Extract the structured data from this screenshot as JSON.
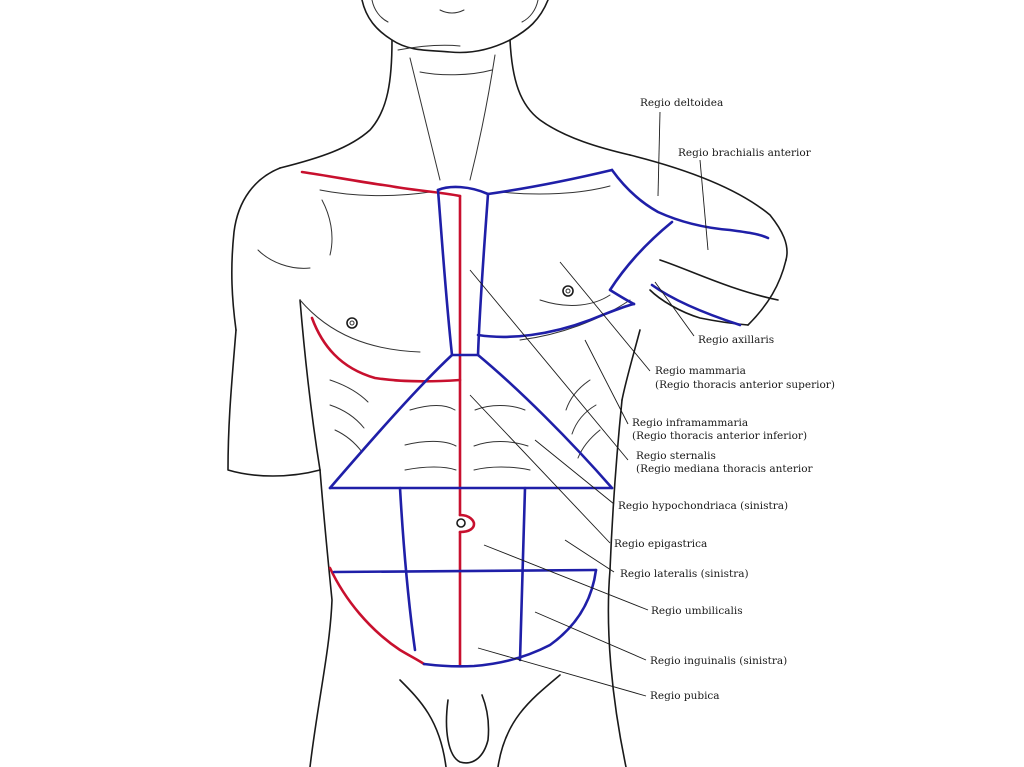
{
  "labels": {
    "deltoidea": "Regio deltoidea",
    "brachialis": "Regio brachialis anterior",
    "axillaris": "Regio axillaris",
    "mammaria_1": "Regio mammaria",
    "mammaria_2": "(Regio thoracis anterior superior)",
    "inframammaria_1": "Regio inframammaria",
    "inframammaria_2": "(Regio thoracis anterior inferior)",
    "sternalis_1": "Regio sternalis",
    "sternalis_2": "(Regio mediana thoracis anterior",
    "hypochondriaca": "Regio hypochondriaca (sinistra)",
    "epigastrica": "Regio epigastrica",
    "lateralis": "Regio lateralis (sinistra)",
    "umbilicalis": "Regio umbilicalis",
    "inguinalis": "Regio inguinalis (sinistra)",
    "pubica": "Regio pubica"
  },
  "colors": {
    "boundary_right_side": "#c8102e",
    "boundary_left_side": "#1f1fa8",
    "outline": "#1a1a1a"
  }
}
